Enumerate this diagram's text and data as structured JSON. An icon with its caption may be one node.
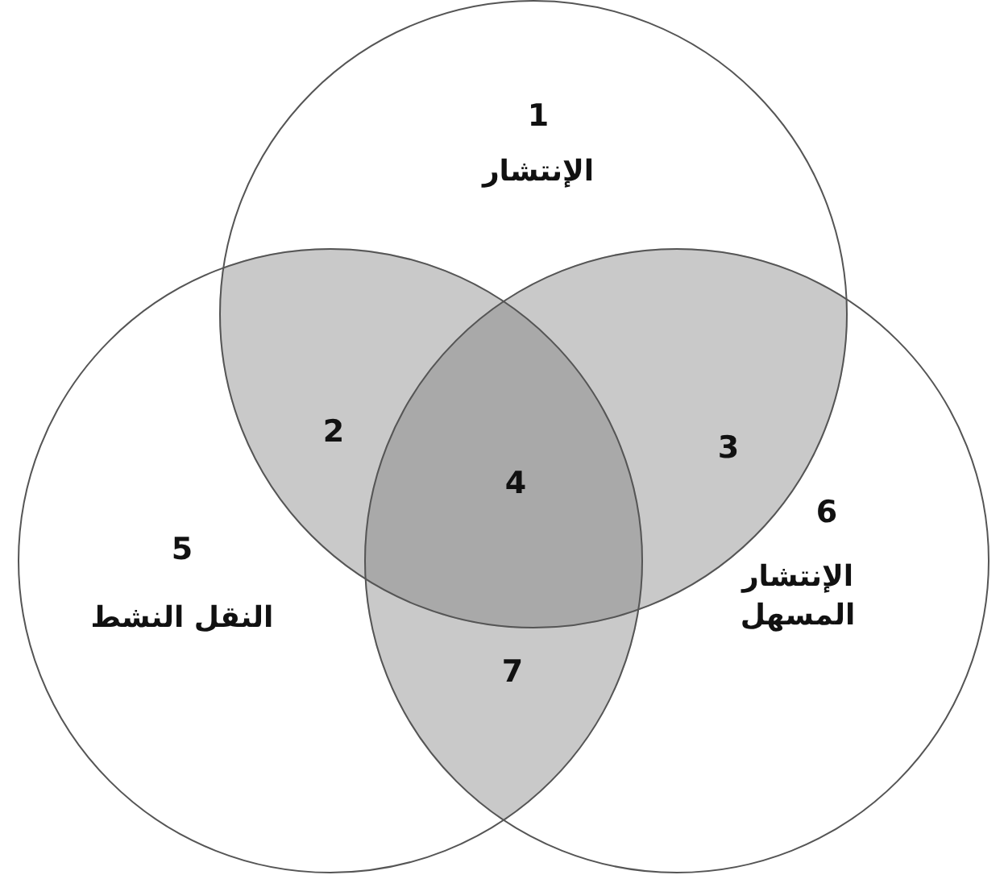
{
  "diagram": {
    "nodes": [
      {
        "text": [
          "1",
          "الإنتشار"
        ]
      },
      {
        "text": [
          "5",
          "النقل النشط"
        ]
      },
      {
        "text": [
          "6",
          "الإنتشار المسهل"
        ]
      }
    ],
    "edges": [],
    "labels": [
      "2",
      "3",
      "4",
      "7"
    ]
  }
}
